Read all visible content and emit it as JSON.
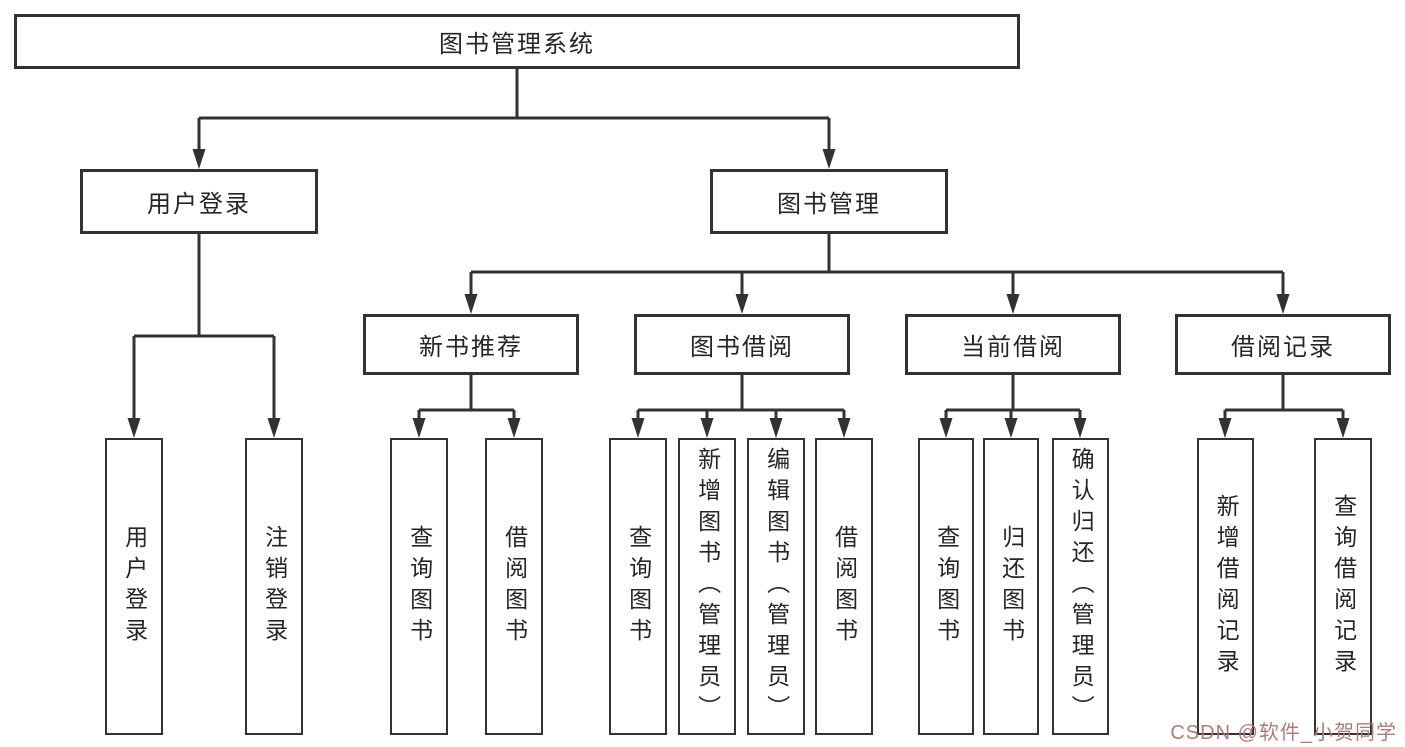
{
  "diagram": {
    "root": {
      "label": "图书管理系统"
    },
    "children": [
      {
        "label": "用户登录",
        "children": [
          {
            "label": "用户登录"
          },
          {
            "label": "注销登录"
          }
        ]
      },
      {
        "label": "图书管理",
        "children": [
          {
            "label": "新书推荐",
            "children": [
              {
                "label": "查询图书"
              },
              {
                "label": "借阅图书"
              }
            ]
          },
          {
            "label": "图书借阅",
            "children": [
              {
                "label": "查询图书"
              },
              {
                "label": "新增图书（管理员）"
              },
              {
                "label": "编辑图书（管理员）"
              },
              {
                "label": "借阅图书"
              }
            ]
          },
          {
            "label": "当前借阅",
            "children": [
              {
                "label": "查询图书"
              },
              {
                "label": "归还图书"
              },
              {
                "label": "确认归还（管理员）"
              }
            ]
          },
          {
            "label": "借阅记录",
            "children": [
              {
                "label": "新增借阅记录"
              },
              {
                "label": "查询借阅记录"
              }
            ]
          }
        ]
      }
    ]
  },
  "watermark": {
    "text": "CSDN @软件_小贺同学",
    "color": "#b37a7a"
  },
  "colors": {
    "line": "#323232",
    "box_border": "#323232",
    "text": "#262626",
    "background": "#ffffff"
  }
}
